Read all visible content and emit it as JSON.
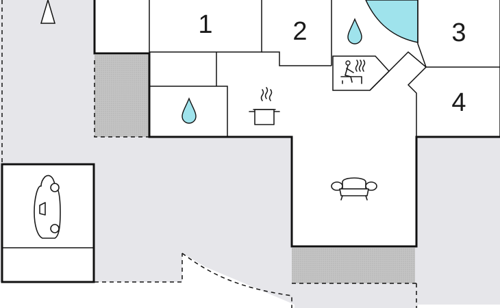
{
  "floorplan": {
    "rooms": [
      {
        "id": "room-1",
        "label": "1"
      },
      {
        "id": "room-2",
        "label": "2"
      },
      {
        "id": "room-3",
        "label": "3"
      },
      {
        "id": "room-4",
        "label": "4"
      }
    ],
    "icons": {
      "north": "north-arrow-icon",
      "water_1": "water-drop-icon",
      "water_2": "water-drop-icon",
      "sauna": "sauna-icon",
      "kitchen": "cooking-pot-icon",
      "sofa": "sofa-icon",
      "car": "car-icon"
    },
    "colors": {
      "outdoor": "#e6e6ea",
      "terrace": "#bdbdbd",
      "water": "#9fe3ec",
      "wall": "#111111"
    }
  }
}
